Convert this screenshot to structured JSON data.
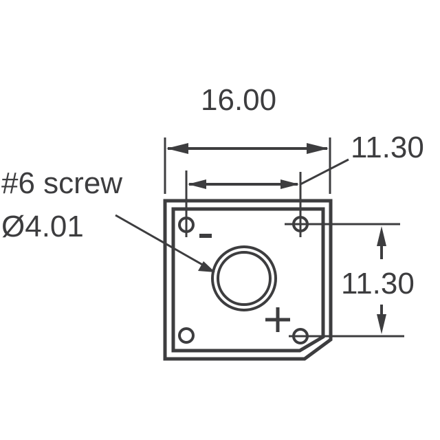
{
  "diagram": {
    "type": "mechanical-dimension-drawing",
    "dimensions": {
      "overall_width": "16.00",
      "hole_spacing_horizontal": "11.30",
      "hole_spacing_vertical": "11.30"
    },
    "callout": {
      "line1": "#6 screw",
      "line2": "Ø4.01"
    },
    "polarity": {
      "negative": "-",
      "positive": "+"
    },
    "colors": {
      "stroke": "#3d3d3f",
      "background": "#ffffff"
    }
  }
}
